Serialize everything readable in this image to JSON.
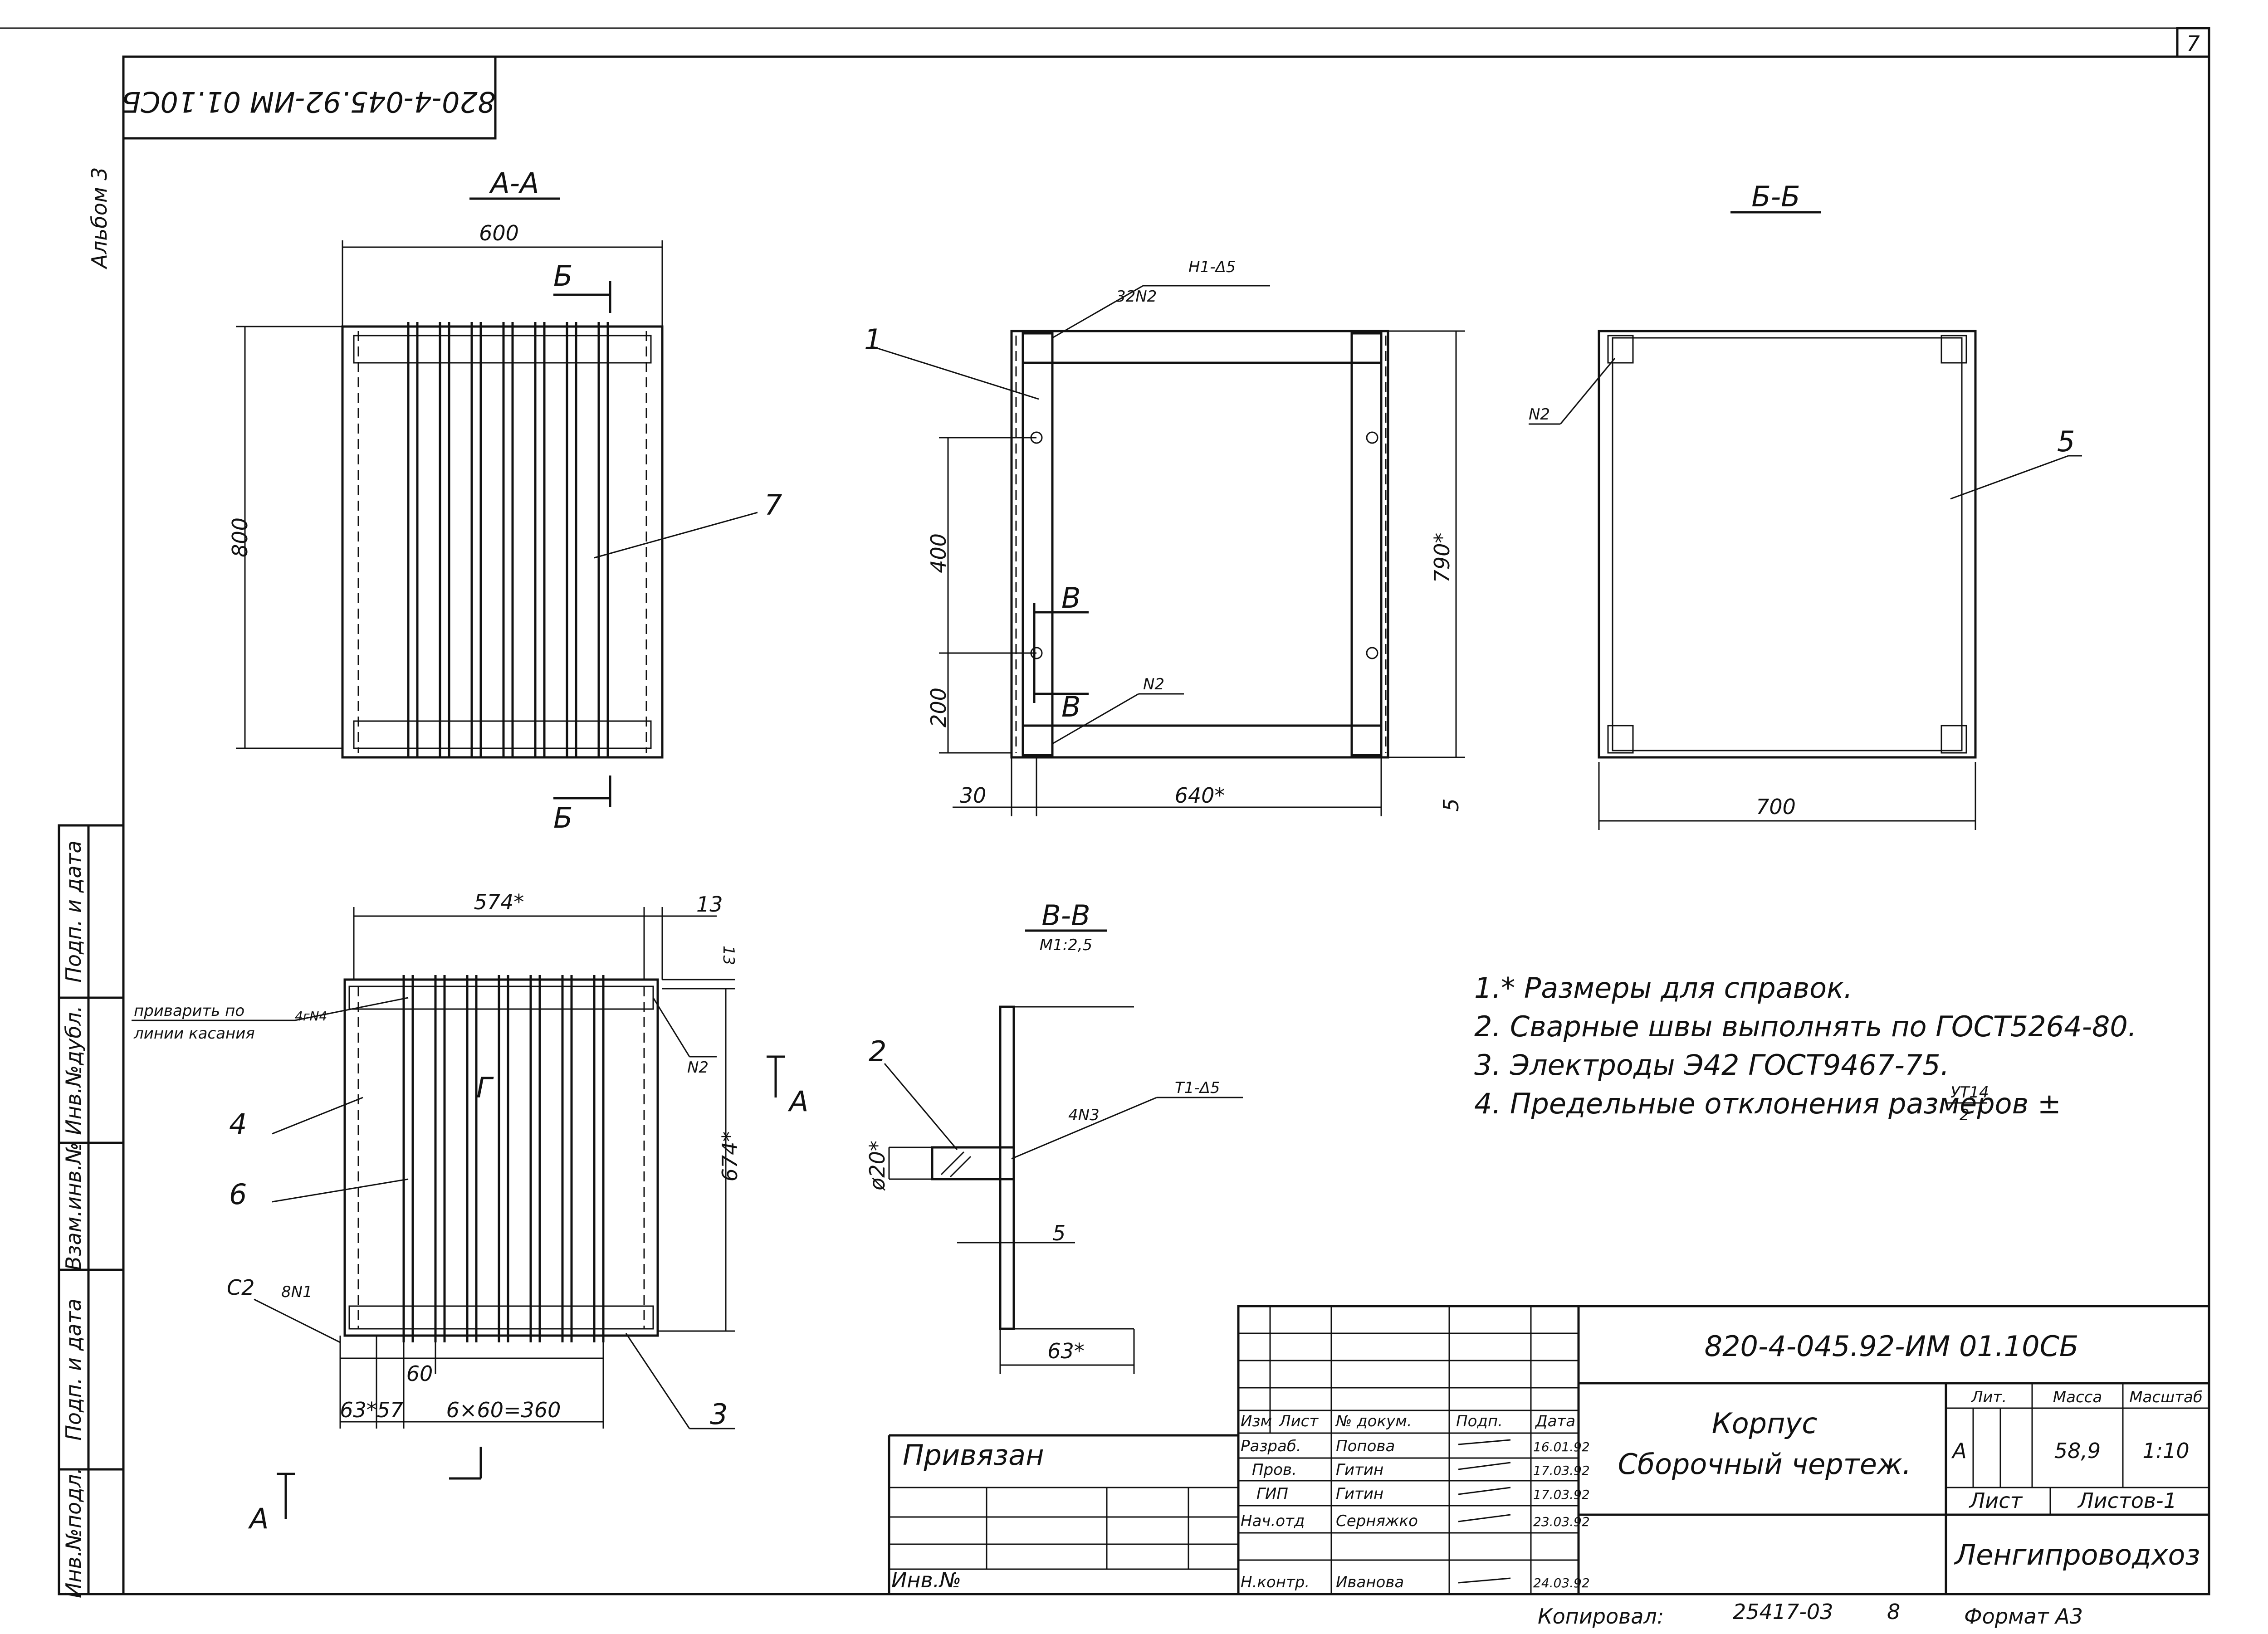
{
  "sheet_number": "7",
  "top_stamp": "820-4-045.92-ИМ 01.10СБ",
  "album": "Альбом 3",
  "sections": {
    "aa": "А-А",
    "bb": "Б-Б",
    "vv": "В-В",
    "vv_scale": "М1:2,5"
  },
  "view_aa": {
    "width": "600",
    "height": "800",
    "item": "7",
    "cut_letter": "Б"
  },
  "view_side": {
    "item1": "1",
    "weld_top": "32N2",
    "weld_top2": "Н1-Δ5",
    "dim_400": "400",
    "dim_200": "200",
    "dim_30": "30",
    "dim_640": "640*",
    "dim_790": "790*",
    "dim_5": "5",
    "weld_n2": "N2",
    "cut_v": "В"
  },
  "view_bb": {
    "weld": "N2",
    "item": "5",
    "width": "700"
  },
  "plan": {
    "dim_574": "574*",
    "dim_13a": "13",
    "dim_13b": "13",
    "dim_674": "674*",
    "weld_note_1": "приварить по",
    "weld_note_2": "линии касания",
    "weld_note_3": "4гN4",
    "n2": "N2",
    "item4": "4",
    "item6": "6",
    "c2": "С2",
    "n1": "8N1",
    "dim_60": "60",
    "dim_63": "63*",
    "dim_57": "57",
    "dim_360": "6×60=360",
    "item3": "3",
    "cut_a": "А",
    "corner": "Г"
  },
  "detail_vv": {
    "item2": "2",
    "weld": "4N3",
    "weld2": "Т1-Δ5",
    "dia": "ø20*",
    "dim_5": "5",
    "dim_63": "63*"
  },
  "notes": [
    "1.* Размеры для справок.",
    "2. Сварные швы выполнять по ГОСТ5264-80.",
    "3. Электроды Э42 ГОСТ9467-75.",
    "4. Предельные отклонения размеров ±"
  ],
  "tolerance": {
    "num": "УТ14",
    "den": "2"
  },
  "side_strip": [
    "Подп. и дата",
    "Инв.№дубл.",
    "Взам.инв.№",
    "Подп. и дата",
    "Инв.№подл."
  ],
  "title_block": {
    "code": "820-4-045.92-ИМ 01.10СБ",
    "name_1": "Корпус",
    "name_2": "Сборочный чертеж.",
    "lit_label": "Лит.",
    "mass_label": "Масса",
    "scale_label": "Масштаб",
    "lit": "А",
    "mass": "58,9",
    "scale": "1:10",
    "sheet_label": "Лист",
    "sheets_label": "Листов-1",
    "org": "Ленгипроводхоз",
    "headers": [
      "Изм",
      "Лист",
      "№ докум.",
      "Подп.",
      "Дата"
    ],
    "rows": [
      {
        "role": "Разраб.",
        "name": "Попова",
        "date": "16.01.92"
      },
      {
        "role": "Пров.",
        "name": "Гитин",
        "date": "17.03.92"
      },
      {
        "role": "ГИП",
        "name": "Гитин",
        "date": "17.03.92"
      },
      {
        "role": "Нач.отд",
        "name": "Серняжко",
        "date": "23.03.92"
      },
      {
        "role": "Н.контр.",
        "name": "Иванова",
        "date": "24.03.92"
      }
    ],
    "privyazan": "Привязан",
    "inv": "Инв.№"
  },
  "footer": {
    "copied": "Копировал:",
    "copy_no": "25417-03",
    "sheet": "8",
    "format": "Формат А3"
  }
}
